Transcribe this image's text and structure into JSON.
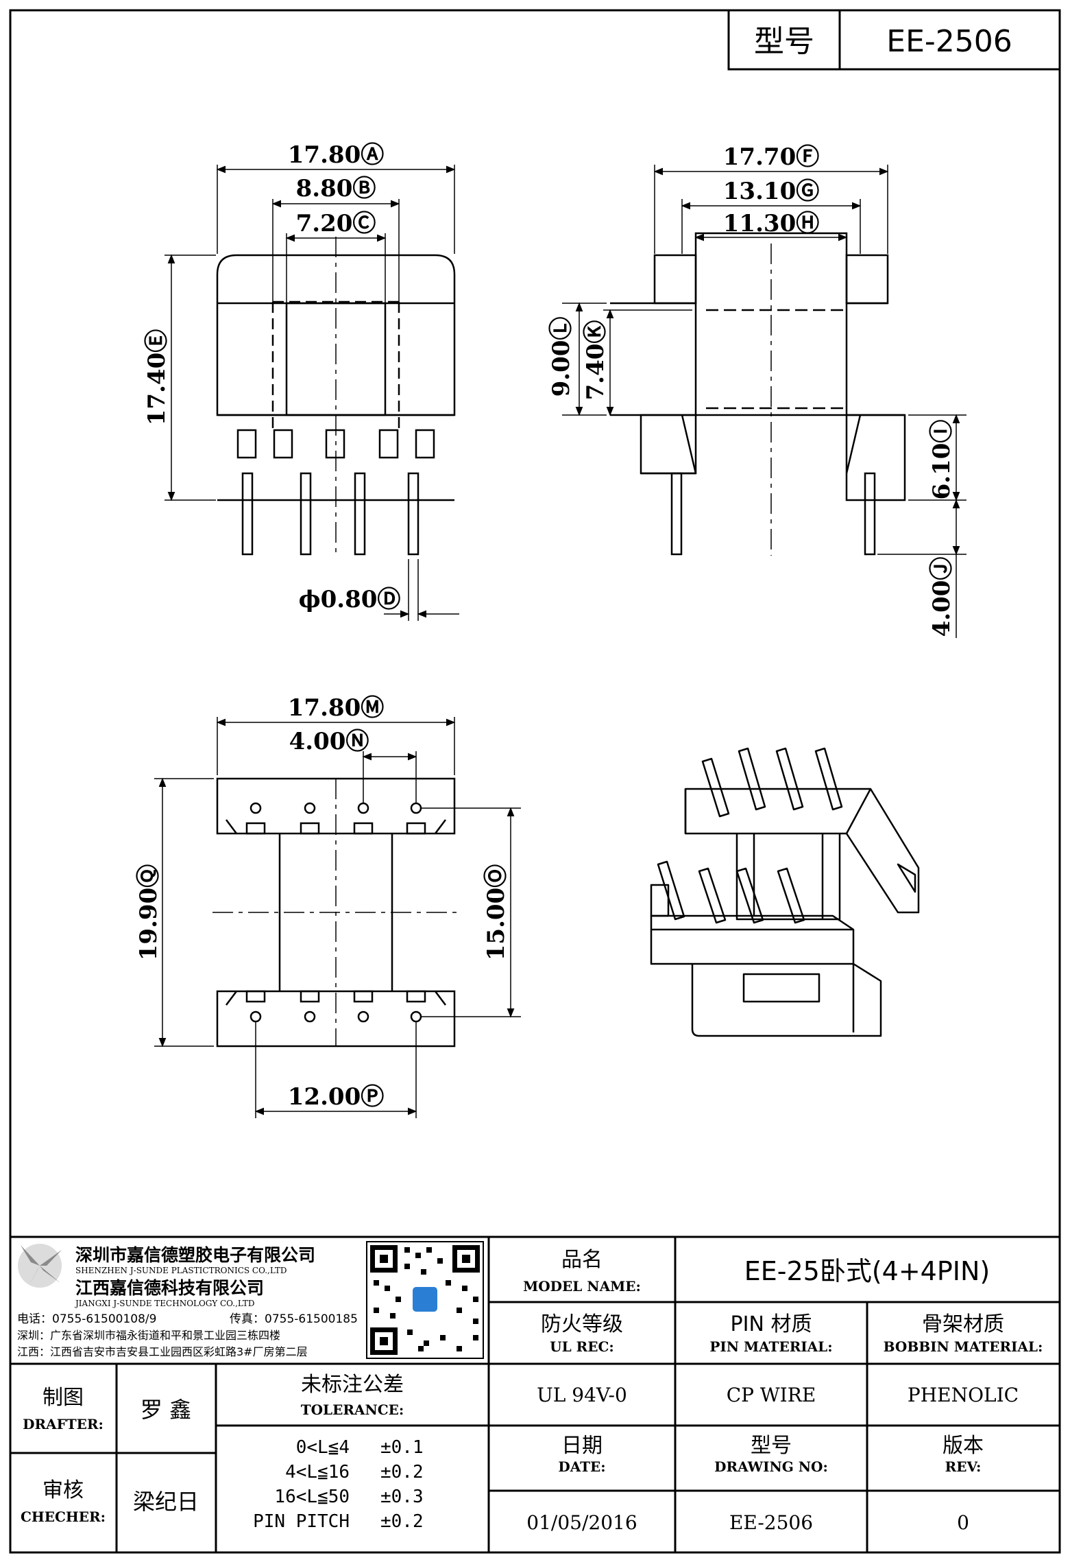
{
  "header": {
    "model_label": "型号",
    "model_value": "EE-2506"
  },
  "drawing": {
    "dims": {
      "A": "17.80Ⓐ",
      "B": "8.80Ⓑ",
      "C": "7.20Ⓒ",
      "D": "ϕ0.80Ⓓ",
      "E": "17.40Ⓔ",
      "F": "17.70Ⓕ",
      "G": "13.10Ⓖ",
      "H": "11.30Ⓗ",
      "I": "6.10Ⓘ",
      "J": "4.00Ⓙ",
      "K": "7.40Ⓚ",
      "L": "9.00Ⓛ",
      "M": "17.80Ⓜ",
      "N": "4.00Ⓝ",
      "O": "15.00Ⓞ",
      "P": "12.00Ⓟ",
      "Q": "19.90Ⓠ"
    }
  },
  "company": {
    "name_sz": "深圳市嘉信德塑胶电子有限公司",
    "name_sz_en": "SHENZHEN J-SUNDE PLASTICTRONICS CO.,LTD",
    "name_jx": "江西嘉信德科技有限公司",
    "name_jx_en": "JIANGXI J-SUNDE TECHNOLOGY CO.,LTD",
    "phone": "电话：0755-61500108/9",
    "fax": "传真：0755-61500185",
    "addr_sz": "深圳：广东省深圳市福永街道和平和景工业园三栋四楼",
    "addr_jx": "江西：江西省吉安市吉安县工业园西区彩虹路3#厂房第二层"
  },
  "title_block": {
    "model_name_cn": "品名",
    "model_name_en": "MODEL NAME:",
    "model_name_value": "EE-25卧式(4+4PIN)",
    "ul_cn": "防火等级",
    "ul_en": "UL REC:",
    "ul_value": "UL 94V-0",
    "pin_cn": "PIN 材质",
    "pin_en": "PIN MATERIAL:",
    "pin_value": "CP WIRE",
    "bobbin_cn": "骨架材质",
    "bobbin_en": "BOBBIN MATERIAL:",
    "bobbin_value": "PHENOLIC",
    "drafter_cn": "制图",
    "drafter_en": "DRAFTER:",
    "drafter_value": "罗  鑫",
    "checker_cn": "审核",
    "checker_en": "CHECHER:",
    "checker_value": "梁纪日",
    "tol_cn": "未标注公差",
    "tol_en": "TOLERANCE:",
    "tolerances": [
      {
        "range": "0<L≦4",
        "value": "±0.1"
      },
      {
        "range": "4<L≦16",
        "value": "±0.2"
      },
      {
        "range": "16<L≦50",
        "value": "±0.3"
      },
      {
        "range": "PIN PITCH",
        "value": "±0.2"
      }
    ],
    "date_cn": "日期",
    "date_en": "DATE:",
    "date_value": "01/05/2016",
    "drawno_cn": "型号",
    "drawno_en": "DRAWING NO:",
    "drawno_value": "EE-2506",
    "rev_cn": "版本",
    "rev_en": "REV:",
    "rev_value": "0"
  }
}
